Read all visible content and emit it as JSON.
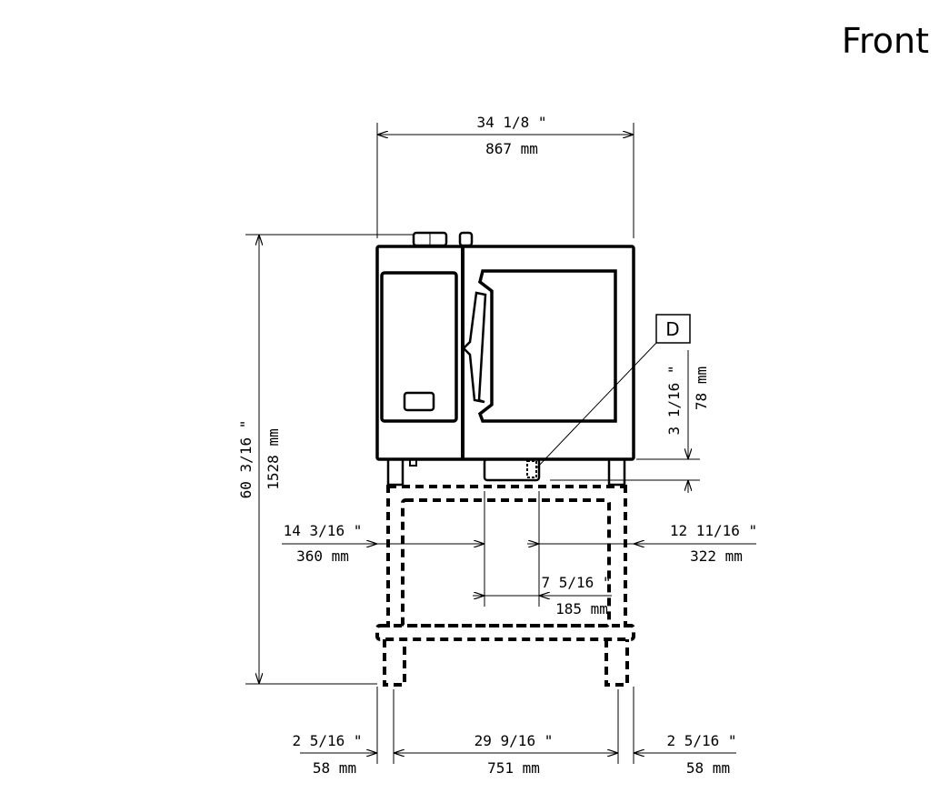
{
  "view_title": "Front",
  "callout_label": "D",
  "dimensions": {
    "overall_width": {
      "imperial": "34 1/8 \"",
      "metric": "867 mm"
    },
    "overall_height": {
      "imperial": "60 3/16 \"",
      "metric": "1528 mm"
    },
    "left_to_connection": {
      "imperial": "14 3/16 \"",
      "metric": "360 mm"
    },
    "right_to_connection": {
      "imperial": "12 11/16 \"",
      "metric": "322 mm"
    },
    "connection_spacing": {
      "imperial": "7 5/16 \"",
      "metric": "185 mm"
    },
    "drain_height": {
      "imperial": "3 1/16 \"",
      "metric": "78 mm"
    },
    "left_leg_offset": {
      "imperial": "2 5/16 \"",
      "metric": "58 mm"
    },
    "leg_spacing": {
      "imperial": "29 9/16 \"",
      "metric": "751 mm"
    },
    "right_leg_offset": {
      "imperial": "2 5/16 \"",
      "metric": "58 mm"
    }
  }
}
